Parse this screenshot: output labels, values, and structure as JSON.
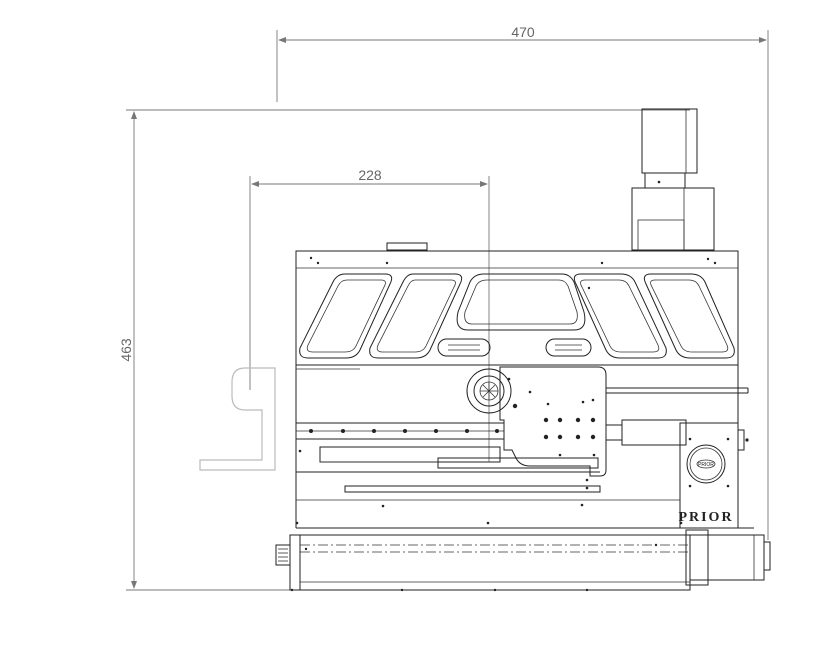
{
  "dimensions": {
    "overall_width": "470",
    "overall_height": "463",
    "stage_width": "228"
  },
  "brand": {
    "logo_text": "PRIOR",
    "badge_text": "PRIOR"
  },
  "colors": {
    "line": "#222222",
    "dimension": "#777777",
    "ghost_outline": "#bbbbbb",
    "background": "#ffffff"
  }
}
